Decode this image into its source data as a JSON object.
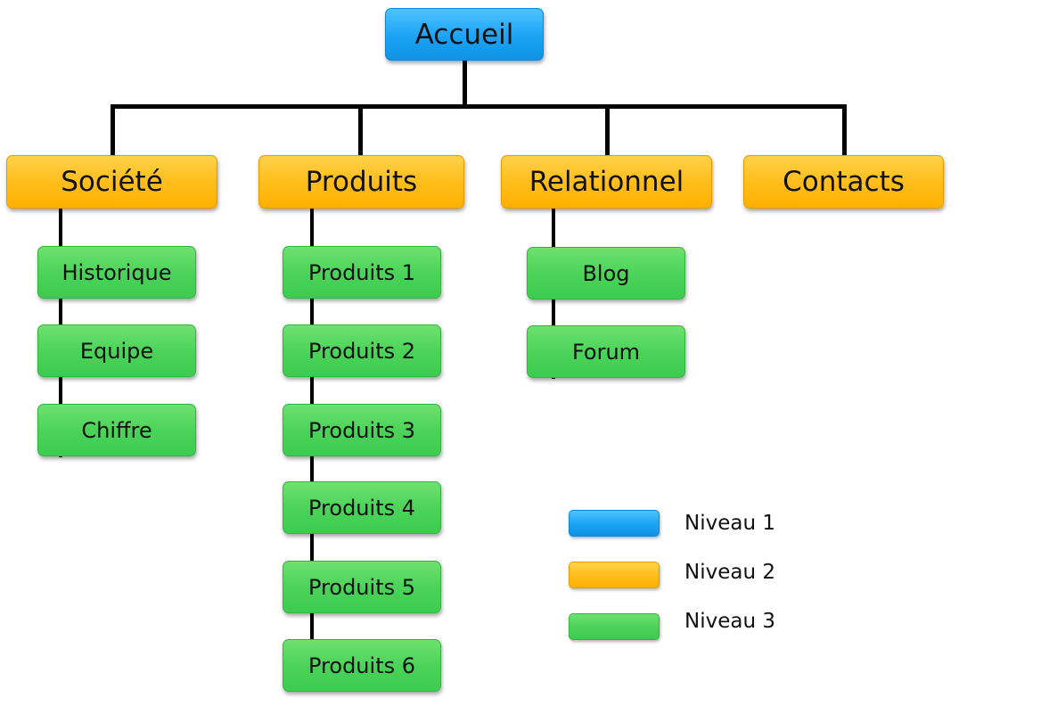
{
  "colors": {
    "level1": "#1aa3f5",
    "level2": "#ffbe1d",
    "level3": "#4cd35a",
    "connector": "#000000"
  },
  "root": {
    "label": "Accueil"
  },
  "sections": [
    {
      "label": "Société",
      "children": [
        "Historique",
        "Equipe",
        "Chiffre"
      ]
    },
    {
      "label": "Produits",
      "children": [
        "Produits 1",
        "Produits 2",
        "Produits 3",
        "Produits 4",
        "Produits 5",
        "Produits 6"
      ]
    },
    {
      "label": "Relationnel",
      "children": [
        "Blog",
        "Forum"
      ]
    },
    {
      "label": "Contacts",
      "children": []
    }
  ],
  "legend": [
    {
      "level": 1,
      "label": "Niveau 1"
    },
    {
      "level": 2,
      "label": "Niveau 2"
    },
    {
      "level": 3,
      "label": "Niveau 3"
    }
  ]
}
